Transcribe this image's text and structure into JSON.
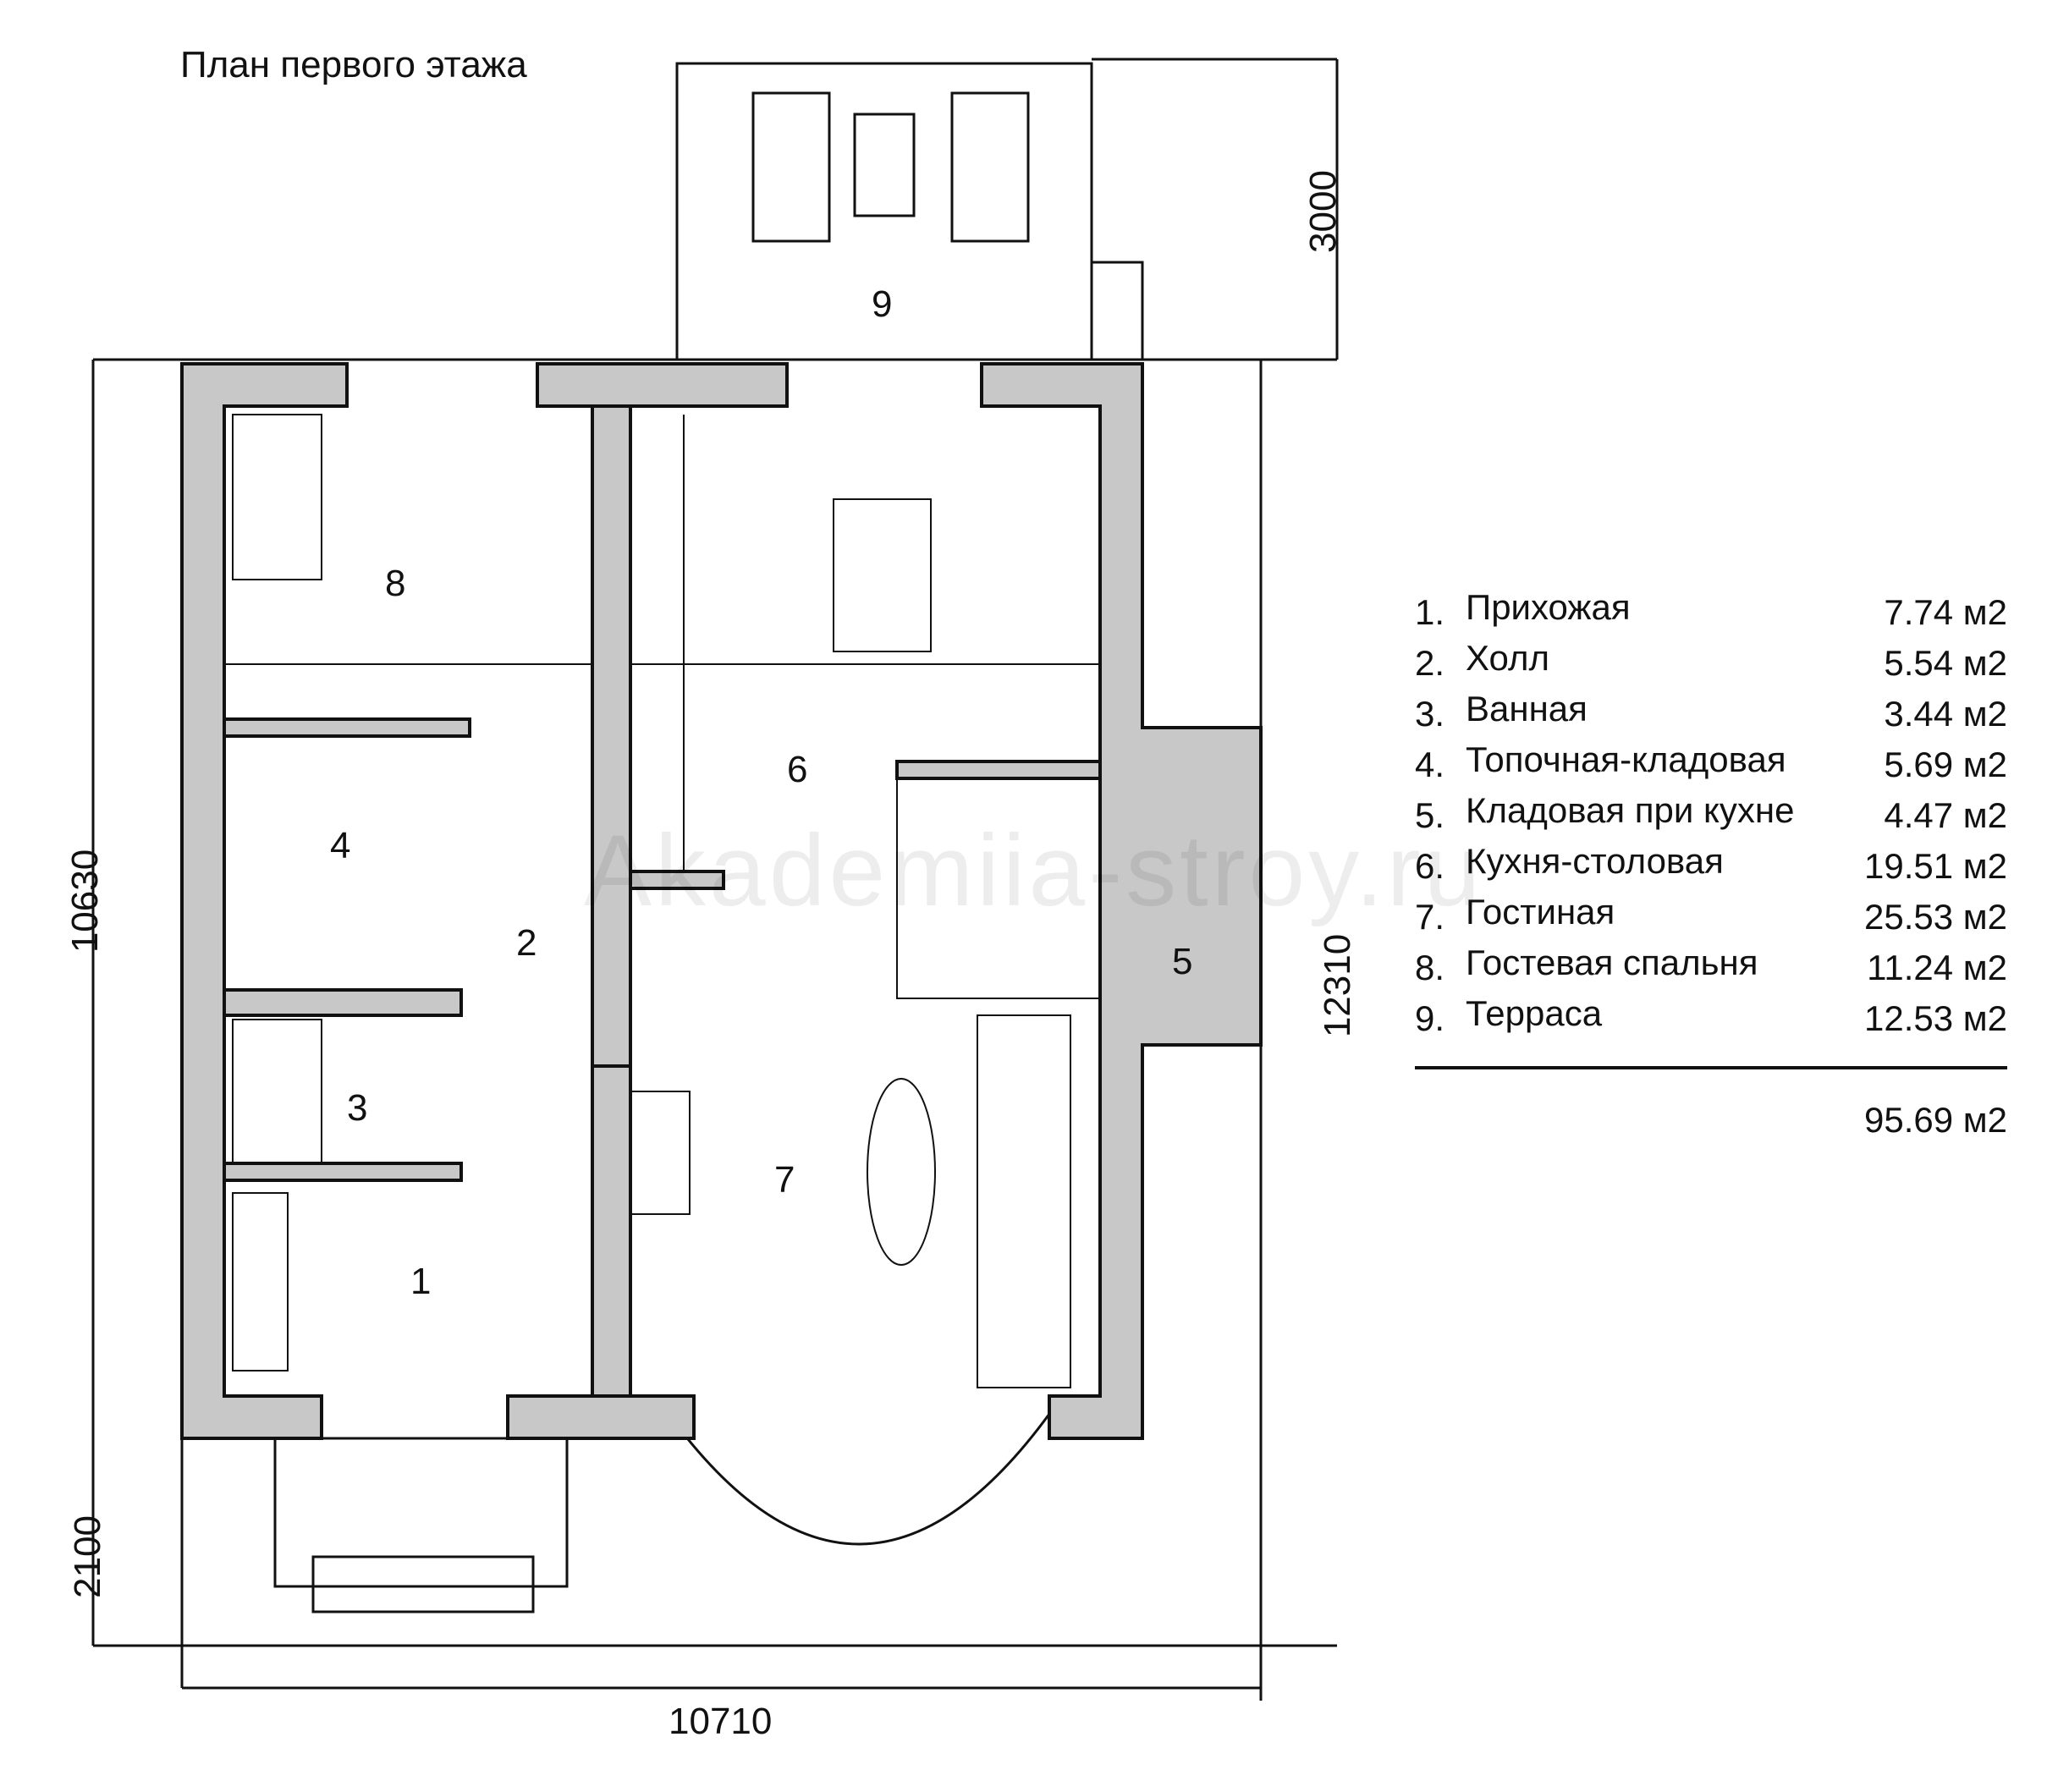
{
  "title": "План первого этажа",
  "dimensions": {
    "terrace_depth": "3000",
    "house_depth_left": "10630",
    "porch_depth": "2100",
    "house_depth_right": "12310",
    "house_width": "10710"
  },
  "room_labels": [
    "1",
    "2",
    "3",
    "4",
    "5",
    "6",
    "7",
    "8",
    "9"
  ],
  "legend": [
    {
      "num": "1.",
      "name": "Прихожая",
      "area": "7.74 м2"
    },
    {
      "num": "2.",
      "name": "Холл",
      "area": "5.54 м2"
    },
    {
      "num": "3.",
      "name": "Ванная",
      "area": "3.44 м2"
    },
    {
      "num": "4.",
      "name": "Топочная-кладовая",
      "area": "5.69 м2"
    },
    {
      "num": "5.",
      "name": "Кладовая при кухне",
      "area": "4.47 м2"
    },
    {
      "num": "6.",
      "name": "Кухня-столовая",
      "area": "19.51 м2"
    },
    {
      "num": "7.",
      "name": "Гостиная",
      "area": "25.53 м2"
    },
    {
      "num": "8.",
      "name": "Гостевая спальня",
      "area": "11.24 м2"
    },
    {
      "num": "9.",
      "name": "Терраса",
      "area": "12.53 м2"
    }
  ],
  "total_area": "95.69 м2",
  "watermark": "Akademiia-stroy.ru",
  "colors": {
    "wall_fill": "#c8c8c8",
    "line": "#111111",
    "background": "#ffffff"
  }
}
